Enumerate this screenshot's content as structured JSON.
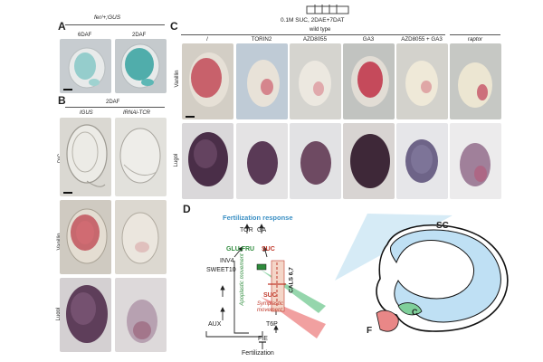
{
  "panels": {
    "A": {
      "label": "A",
      "genotype": "fer/+;GUS",
      "columns": [
        "6DAF",
        "2DAF"
      ]
    },
    "B": {
      "label": "B",
      "timepoint": "2DAF",
      "columns": [
        "IGUS",
        "IRNAi-TCR"
      ],
      "rows": [
        "DIC",
        "Vanillin",
        "Lugol"
      ]
    },
    "C": {
      "label": "C",
      "condition": "0.1M SUC, 2DAE+7DAT",
      "group_label": "wild type",
      "columns": [
        "/",
        "TORIN2",
        "AZD8055",
        "GA3",
        "AZD8055 + GA3",
        "raptor"
      ],
      "rows": [
        "Vanillin",
        "Lugol"
      ]
    },
    "D": {
      "label": "D",
      "title": "Fertilization response",
      "nodes": {
        "tor": "TOR",
        "ga": "GA",
        "glu_fru": "GLU,FRU",
        "suc_top": "SUC",
        "suc_bottom": "SUC",
        "inv4": "INV4",
        "sweet10": "SWEET10",
        "cals": "CALS 6,7",
        "apoplastic": "Apoplastic movement",
        "symplastic": "Symplastic movement",
        "aux": "AUX",
        "t6p": "T6P",
        "fie": "FIE",
        "fertilization": "Fertilization"
      },
      "regions": {
        "sc": "SC",
        "c": "C",
        "f": "F"
      }
    }
  },
  "colors": {
    "green": "#2e8b3c",
    "red": "#c0392b",
    "blue_title": "#3a8fc4",
    "sc_fill": "#bfe0f4",
    "c_fill": "#7fcf9a",
    "f_fill": "#e98787"
  }
}
